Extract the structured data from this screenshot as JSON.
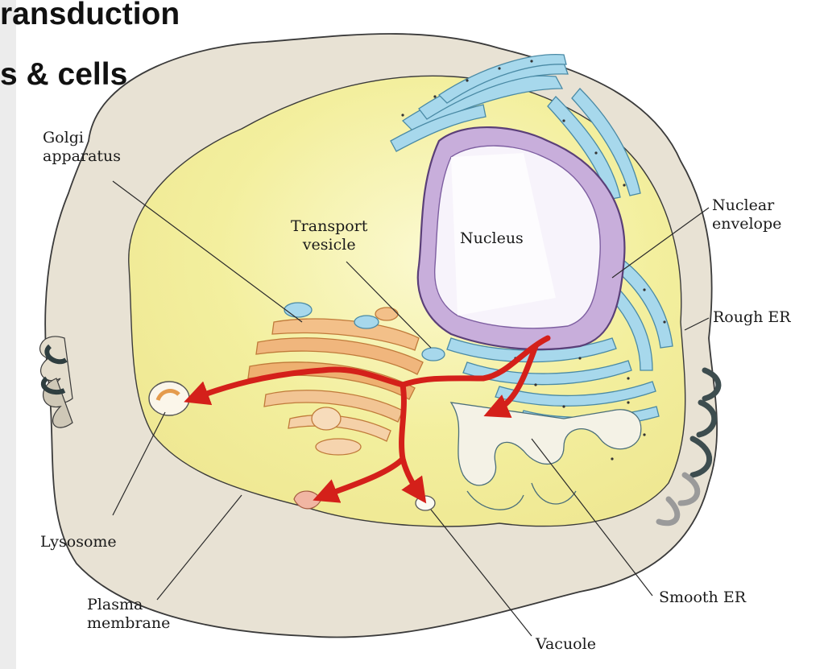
{
  "slide": {
    "heading_line1": "ransduction",
    "heading_line2": "s & cells"
  },
  "labels": {
    "golgi": [
      "Golgi",
      "apparatus"
    ],
    "transport_vesicle": [
      "Transport",
      "vesicle"
    ],
    "nucleus": "Nucleus",
    "nuclear_envelope": [
      "Nuclear",
      "envelope"
    ],
    "rough_er": "Rough ER",
    "lysosome": "Lysosome",
    "plasma_membrane": [
      "Plasma",
      "membrane"
    ],
    "smooth_er": "Smooth ER",
    "vacuole": "Vacuole"
  },
  "colors": {
    "cytoplasm": "#f3f0a6",
    "membrane_beige": "#e9e3d6",
    "golgi_orange": "#f0b87a",
    "rough_er_blue": "#9fd3e8",
    "nucleus_purple": "#c5a8d8",
    "arrow_red": "#d4201a",
    "microvilli_dark": "#3d4d4f"
  }
}
